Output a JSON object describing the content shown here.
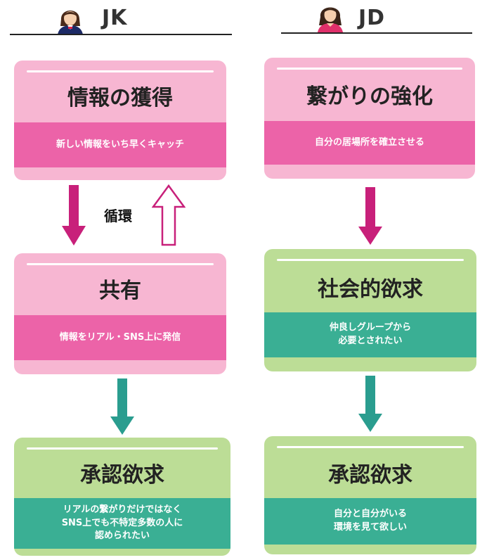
{
  "colors": {
    "pink_card": "#f7b6d2",
    "pink_band": "#ec63a8",
    "green_card": "#bcdd96",
    "green_band": "#3aaf94",
    "arrow_magenta": "#c8207a",
    "arrow_teal": "#2a9d8f"
  },
  "left": {
    "label": "JK",
    "cycle_label": "循環",
    "cards": [
      {
        "title": "情報の獲得",
        "desc": "新しい情報をいち早くキャッチ"
      },
      {
        "title": "共有",
        "desc": "情報をリアル・SNS上に発信"
      },
      {
        "title": "承認欲求",
        "desc_lines": [
          "リアルの繋がりだけではなく",
          "SNS上でも不特定多数の人に",
          "認められたい"
        ]
      }
    ]
  },
  "right": {
    "label": "JD",
    "cards": [
      {
        "title": "繋がりの強化",
        "desc": "自分の居場所を確立させる"
      },
      {
        "title": "社会的欲求",
        "desc_lines": [
          "仲良しグループから",
          "必要とされたい"
        ]
      },
      {
        "title": "承認欲求",
        "desc_lines": [
          "自分と自分がいる",
          "環境を見て欲しい"
        ]
      }
    ]
  }
}
